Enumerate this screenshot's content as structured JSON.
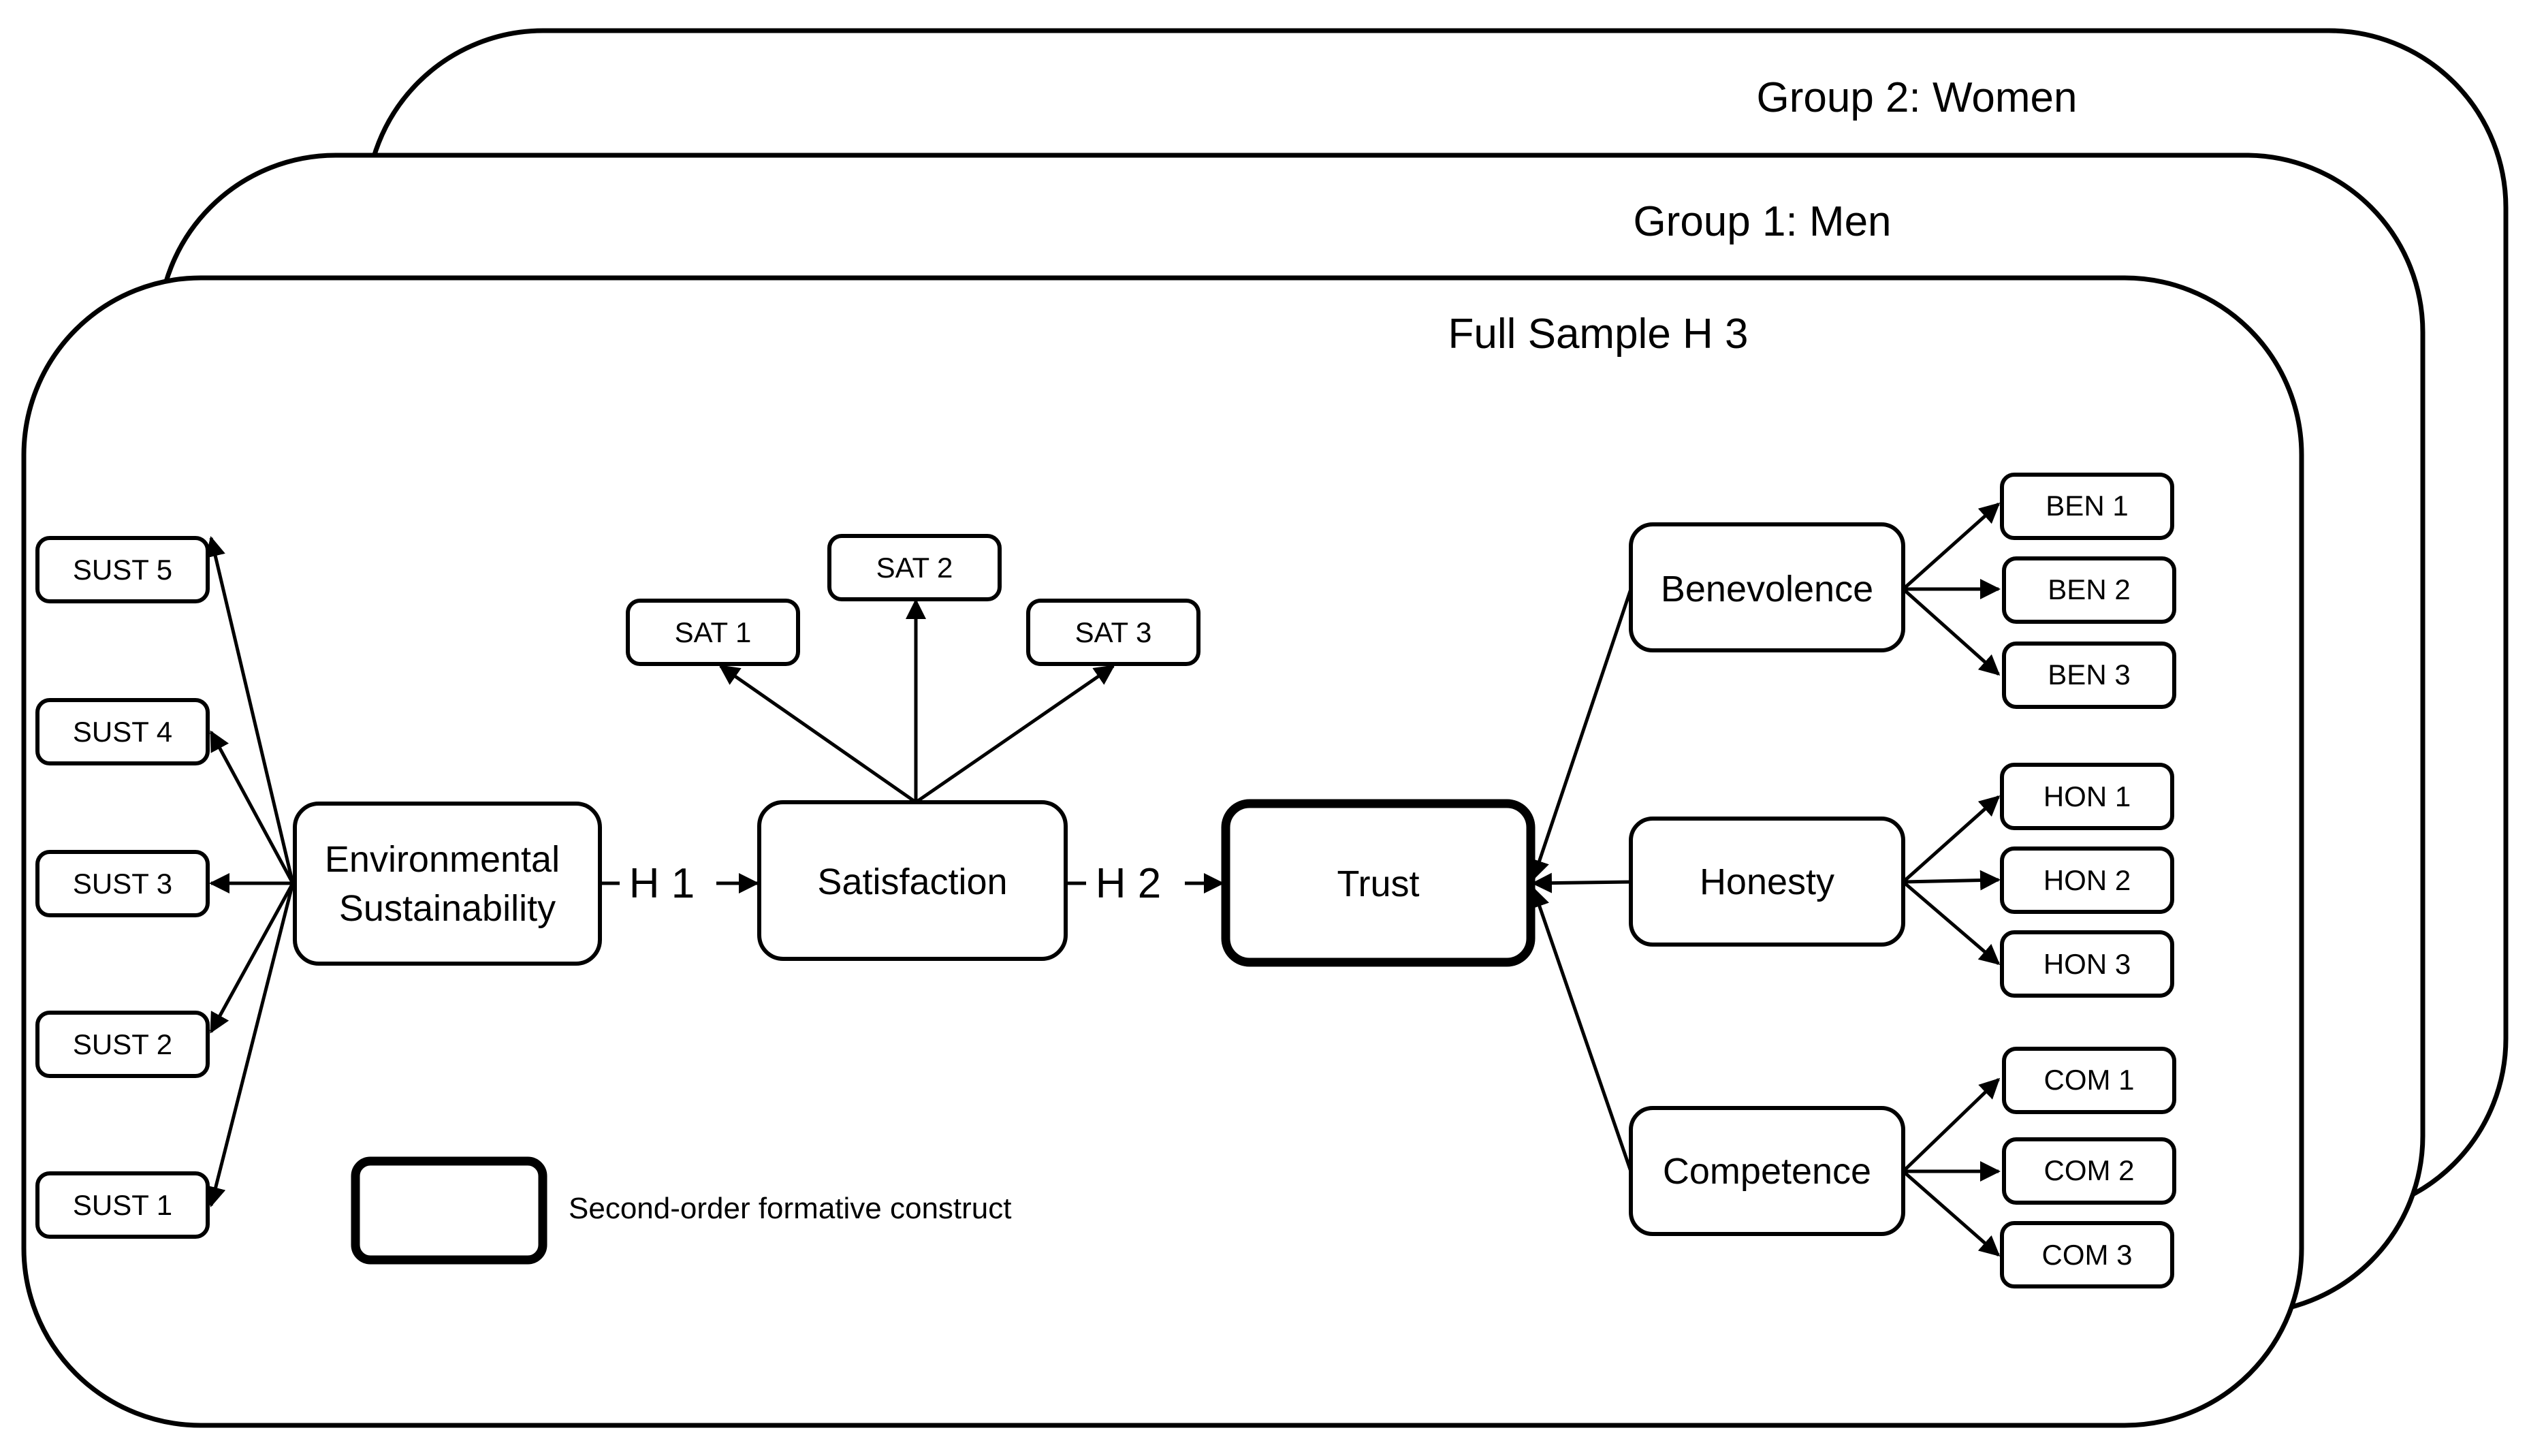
{
  "panels": {
    "group2_title": "Group 2: Women",
    "group1_title": "Group 1: Men",
    "full_title": "Full Sample H 3"
  },
  "constructs": {
    "environmental_sustainability": [
      "Environmental",
      "Sustainability"
    ],
    "satisfaction": "Satisfaction",
    "trust": "Trust",
    "benevolence": "Benevolence",
    "honesty": "Honesty",
    "competence": "Competence"
  },
  "hypotheses": {
    "h1": "H 1",
    "h2": "H 2"
  },
  "indicators": {
    "sust": [
      "SUST 5",
      "SUST 4",
      "SUST 3",
      "SUST 2",
      "SUST 1"
    ],
    "sat": [
      "SAT 1",
      "SAT 2",
      "SAT 3"
    ],
    "ben": [
      "BEN 1",
      "BEN 2",
      "BEN 3"
    ],
    "hon": [
      "HON 1",
      "HON 2",
      "HON 3"
    ],
    "com": [
      "COM 1",
      "COM 2",
      "COM 3"
    ]
  },
  "legend": {
    "label": "Second-order formative construct"
  }
}
